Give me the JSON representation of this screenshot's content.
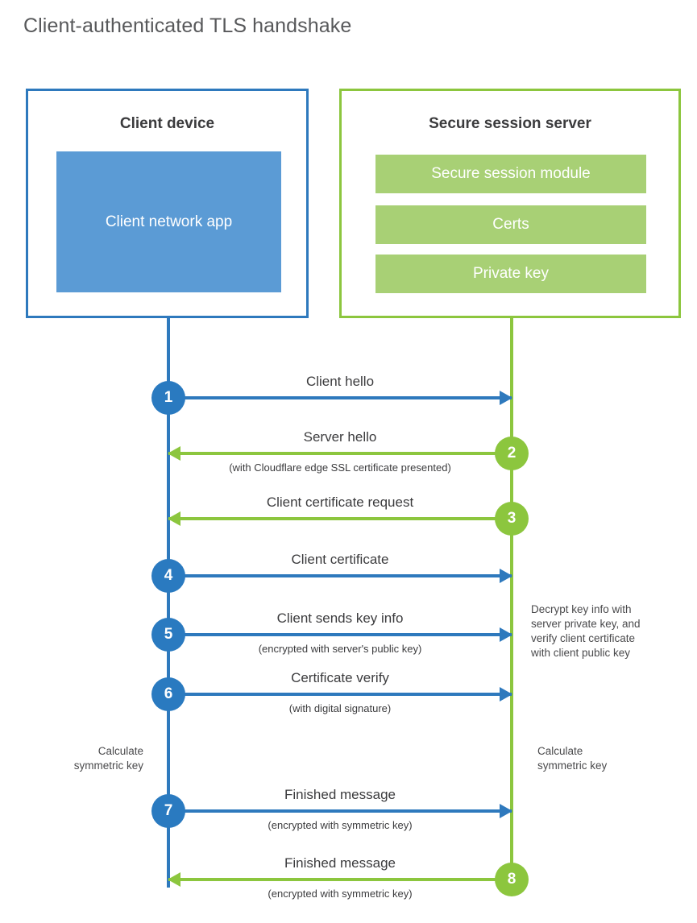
{
  "title": "Client-authenticated TLS handshake",
  "colors": {
    "client_blue": "#2e79bd",
    "client_circle_blue": "#2a7ac0",
    "client_app_fill": "#5b9bd5",
    "server_green": "#8cc63e",
    "server_bar_fill": "#a8d075",
    "title_text": "#58595b",
    "body_text": "#3b3b3d"
  },
  "client": {
    "title": "Client device",
    "app_label": "Client network\napp"
  },
  "server": {
    "title": "Secure session server",
    "bars": [
      "Secure session module",
      "Certs",
      "Private key"
    ]
  },
  "steps": [
    {
      "number": "1",
      "direction": "to-right",
      "color": "blue",
      "label": "Client hello",
      "sublabel": ""
    },
    {
      "number": "2",
      "direction": "to-left",
      "color": "green",
      "label": "Server hello",
      "sublabel": "(with Cloudflare edge SSL certificate presented)"
    },
    {
      "number": "3",
      "direction": "to-left",
      "color": "green",
      "label": "Client certificate request",
      "sublabel": ""
    },
    {
      "number": "4",
      "direction": "to-right",
      "color": "blue",
      "label": "Client certificate",
      "sublabel": ""
    },
    {
      "number": "5",
      "direction": "to-right",
      "color": "blue",
      "label": "Client sends key info",
      "sublabel": "(encrypted with server's public key)"
    },
    {
      "number": "6",
      "direction": "to-right",
      "color": "blue",
      "label": "Certificate verify",
      "sublabel": "(with digital signature)"
    },
    {
      "number": "7",
      "direction": "to-right",
      "color": "blue",
      "label": "Finished message",
      "sublabel": "(encrypted with symmetric key)"
    },
    {
      "number": "8",
      "direction": "to-left",
      "color": "green",
      "label": "Finished message",
      "sublabel": "(encrypted with symmetric key)"
    }
  ],
  "notes": {
    "server_decrypt": "Decrypt key info with\nserver private key, and\nverify client certificate\nwith client public key",
    "client_calculate": "Calculate\nsymmetric key",
    "server_calculate": "Calculate\nsymmetric key"
  }
}
